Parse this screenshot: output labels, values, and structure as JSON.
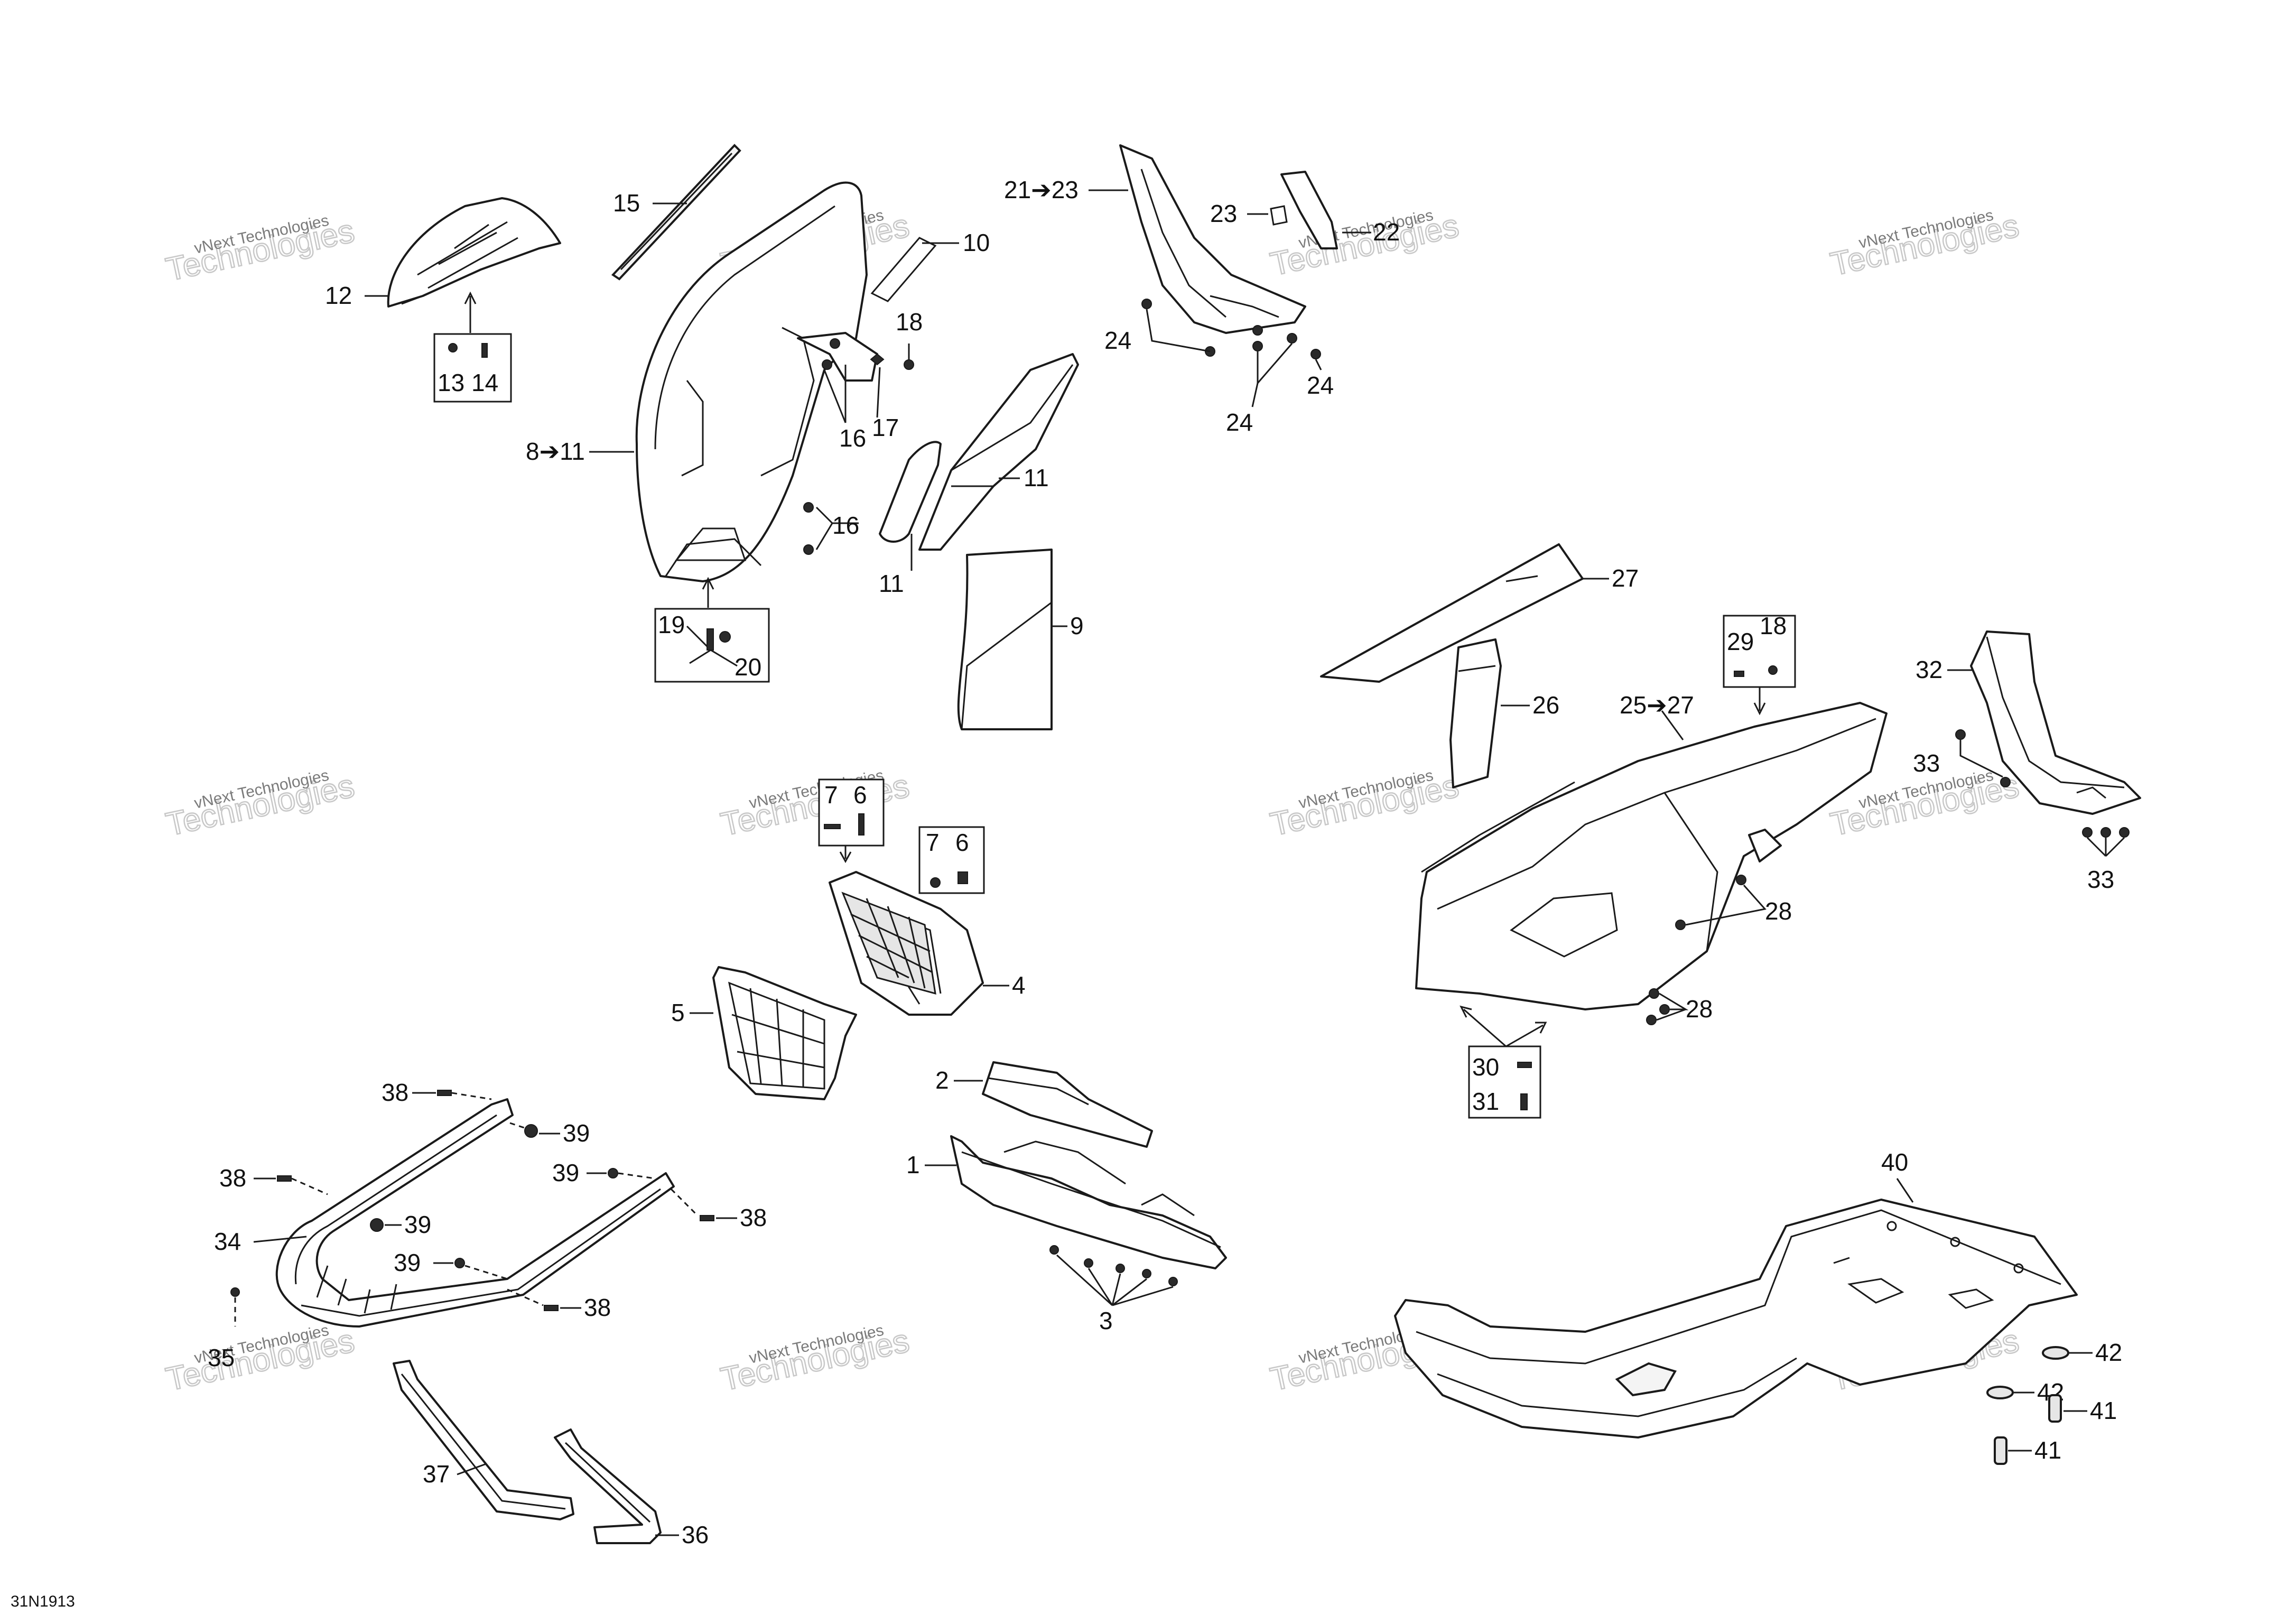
{
  "drawing_code": "31N1913",
  "watermark": {
    "line1": "vNext Technologies",
    "line2": "Technologies"
  },
  "callouts": {
    "c1": "1",
    "c2": "2",
    "c3": "3",
    "c4": "4",
    "c5": "5",
    "c6a": "6",
    "c7a": "7",
    "c6b": "6",
    "c7b": "7",
    "c8_11": "8➔11",
    "c9": "9",
    "c10": "10",
    "c11a": "11",
    "c11b": "11",
    "c12": "12",
    "c13": "13",
    "c14": "14",
    "c15": "15",
    "c16a": "16",
    "c16b": "16",
    "c17": "17",
    "c18a": "18",
    "c19": "19",
    "c20": "20",
    "c21_23": "21➔23",
    "c22": "22",
    "c23": "23",
    "c24a": "24",
    "c24b": "24",
    "c24c": "24",
    "c25_27": "25➔27",
    "c26": "26",
    "c27": "27",
    "c28a": "28",
    "c28b": "28",
    "c29": "29",
    "c18b": "18",
    "c30": "30",
    "c31": "31",
    "c32": "32",
    "c33a": "33",
    "c33b": "33",
    "c34": "34",
    "c35": "35",
    "c36": "36",
    "c37": "37",
    "c38a": "38",
    "c38b": "38",
    "c38c": "38",
    "c38d": "38",
    "c39a": "39",
    "c39b": "39",
    "c39c": "39",
    "c39d": "39",
    "c40": "40",
    "c41a": "41",
    "c41b": "41",
    "c42a": "42",
    "c42b": "42"
  },
  "colors": {
    "line": "#1a1a1a",
    "watermark_text": "#7a7a7a",
    "watermark_outline": "#c8c8c8",
    "background": "#ffffff"
  }
}
